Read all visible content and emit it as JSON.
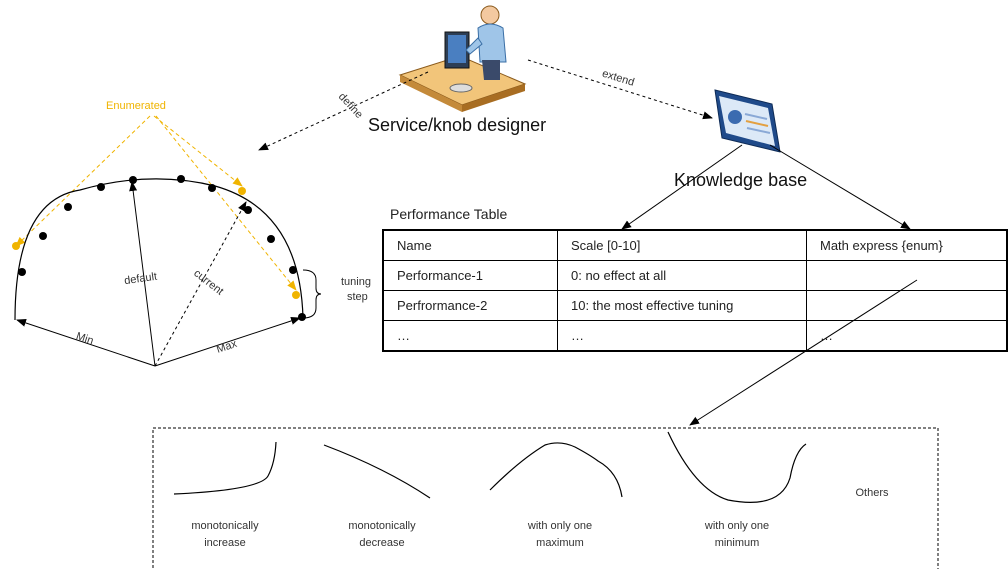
{
  "designer_label": "Service/knob designer",
  "knowledge_base_label": "Knowledge base",
  "edge_define": "define",
  "edge_extend": "extend",
  "enumerated_label": "Enumerated",
  "knob_labels": {
    "default": "default",
    "current": "current",
    "min": "Min",
    "max": "Max",
    "tuning_step_line1": "tuning",
    "tuning_step_line2": "step"
  },
  "table": {
    "title": "Performance Table",
    "rows": [
      [
        "Name",
        "Scale [0-10]",
        "Math express {enum}"
      ],
      [
        "Performance-1",
        "0: no effect at all",
        ""
      ],
      [
        "Perfrormance-2",
        "10: the most effective tuning",
        ""
      ],
      [
        "…",
        "…",
        "…"
      ]
    ]
  },
  "curves": [
    {
      "line1": "monotonically",
      "line2": "increase"
    },
    {
      "line1": "monotonically",
      "line2": "decrease"
    },
    {
      "line1": "with only one",
      "line2": "maximum"
    },
    {
      "line1": "with only one",
      "line2": "minimum"
    }
  ],
  "others_label": "Others",
  "colors": {
    "enumerated": "#f0b400",
    "line": "#000000",
    "monitor_blue": "#4a7fc1"
  }
}
